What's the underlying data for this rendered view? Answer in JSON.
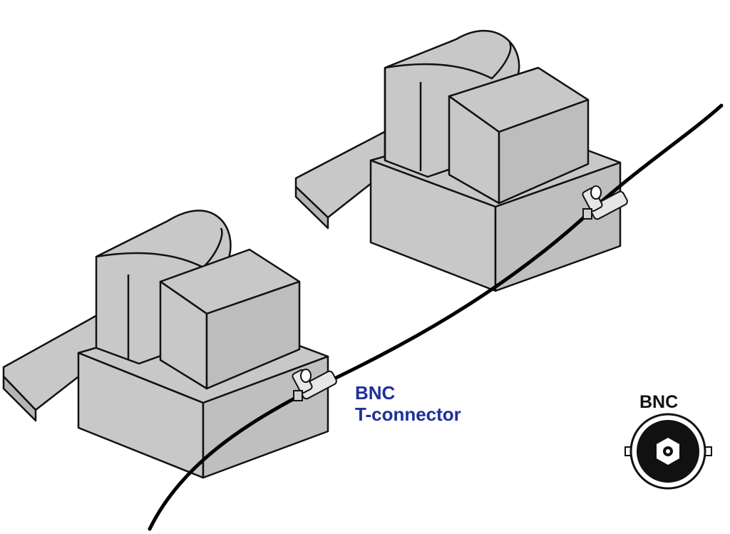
{
  "labels": {
    "t_connector_line1": "BNC",
    "t_connector_line2": "T-connector",
    "bnc_symbol": "BNC"
  },
  "colors": {
    "device_fill": "#c8c8c8",
    "device_shade": "#bdbdbd",
    "outline": "#111111",
    "cable": "#000000",
    "t_connector_label": "#1f2f9a",
    "bnc_label": "#111111"
  },
  "icons": [
    "computer-workstation-icon",
    "bnc-t-connector-icon",
    "bnc-connector-icon"
  ]
}
